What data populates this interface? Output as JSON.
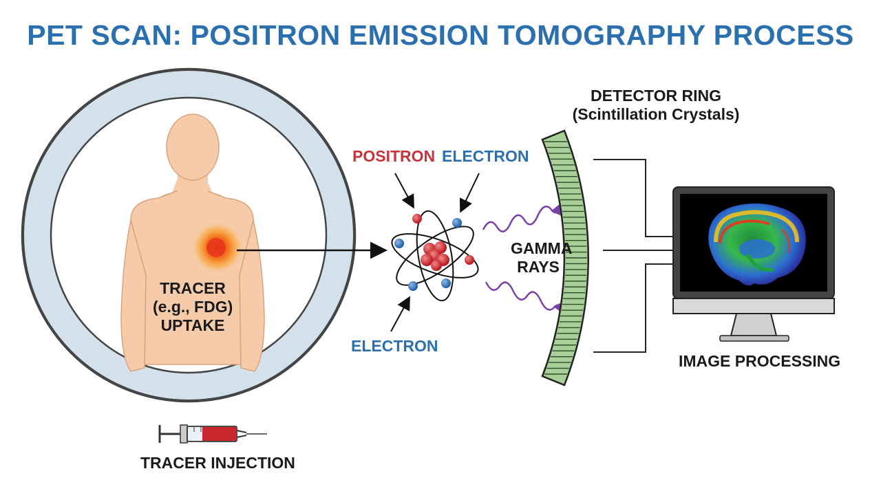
{
  "title": "PET SCAN: POSITRON EMISSION TOMOGRAPHY PROCESS",
  "labels": {
    "tracer_uptake": [
      "TRACER",
      "(e.g., FDG)",
      "UPTAKE"
    ],
    "tracer_injection": "TRACER INJECTION",
    "positron": "POSITRON",
    "electron_top": "ELECTRON",
    "electron_bottom": "ELECTRON",
    "gamma_rays": [
      "GAMMA",
      "RAYS"
    ],
    "detector_ring": [
      "DETECTOR RING",
      "(Scintillation Crystals)"
    ],
    "image_processing": "IMAGE PROCESSING"
  },
  "colors": {
    "title": "#2a6fae",
    "positron": "#c8323a",
    "electron": "#2a6fae",
    "gamma_ray": "#7b3fa8",
    "skin": "#f6cba9",
    "skin_outline": "#d9a27f",
    "scanner_ring": "#d3e1ea",
    "detector": "#a8cf98",
    "monitor_frame": "#3a3a3a"
  },
  "icons": [
    "scanner-ring-icon",
    "human-body-icon",
    "syringe-icon",
    "atom-icon",
    "gamma-wave-icon",
    "detector-arc-icon",
    "monitor-icon",
    "brain-scan-icon"
  ]
}
